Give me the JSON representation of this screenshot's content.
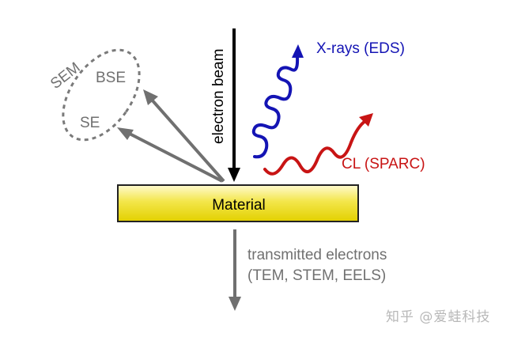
{
  "labels": {
    "sem": "SEM",
    "bse": "BSE",
    "se": "SE",
    "electron_beam": "electron beam",
    "xrays": "X-rays (EDS)",
    "cl": "CL (SPARC)",
    "material": "Material",
    "transmitted_line1": "transmitted electrons",
    "transmitted_line2": "(TEM, STEM, EELS)"
  },
  "watermark": "知乎 @爱蛙科技",
  "colors": {
    "gray": "#707070",
    "dashed_gray": "#7a7a7a",
    "black": "#000000",
    "xray_blue": "#1414b4",
    "cl_red": "#c81414",
    "material_fill_top": "#fffbd0",
    "material_fill_bottom": "#e2d000",
    "material_border": "#222222"
  }
}
